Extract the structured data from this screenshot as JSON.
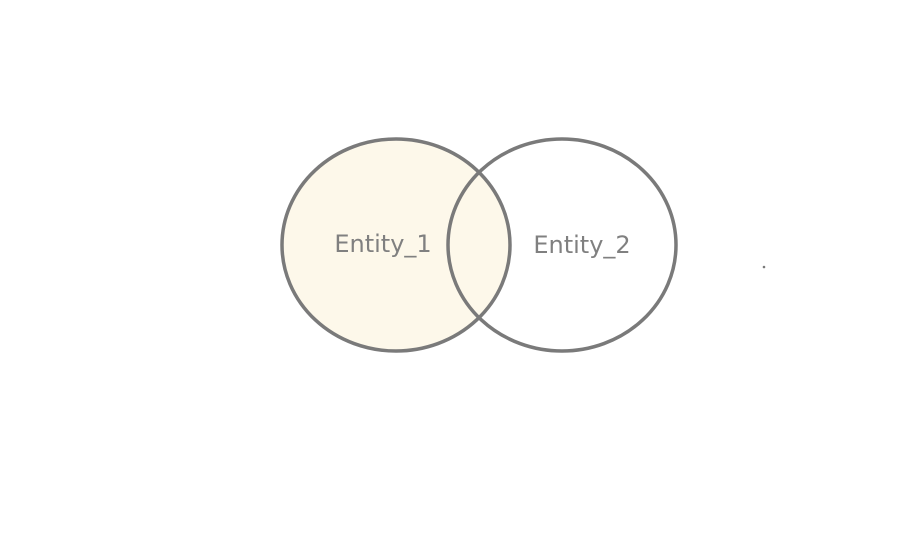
{
  "diagram": {
    "type": "venn",
    "sets": [
      {
        "label": "Entity_1",
        "highlighted": true
      },
      {
        "label": "Entity_2",
        "highlighted": false
      }
    ],
    "colors": {
      "stroke": "#7a7a7a",
      "highlight_fill": "#fdf8ea",
      "label": "#808080",
      "background": "#ffffff"
    }
  }
}
